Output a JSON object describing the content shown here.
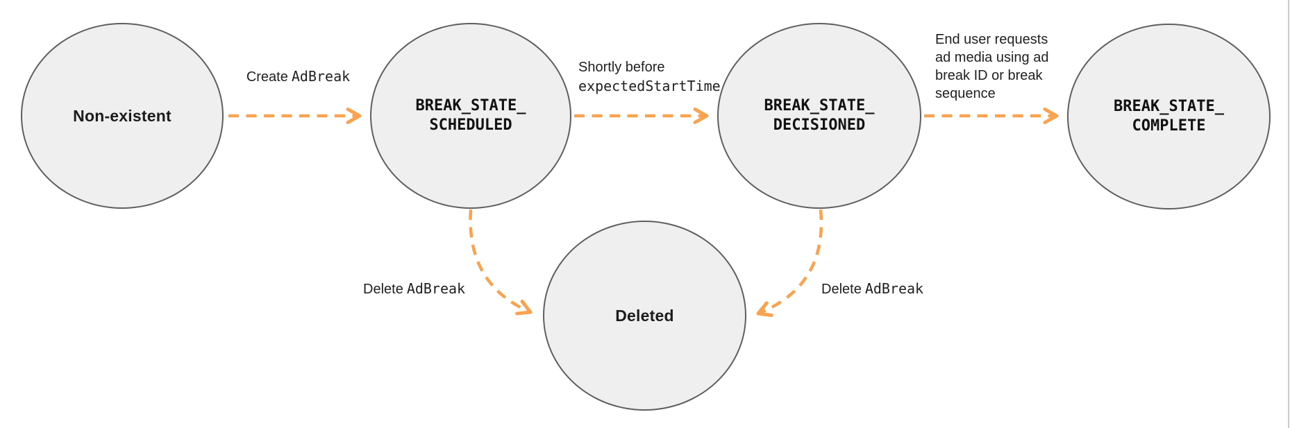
{
  "colors": {
    "arrow_orange": "#F9A350",
    "node_fill": "#EFEFEF",
    "node_border": "#5E5E5E",
    "edge_line_gray": "#CBCBCB"
  },
  "nodes": {
    "nonexistent": {
      "label": "Non-existent"
    },
    "scheduled": {
      "line1": "BREAK_STATE_",
      "line2": "SCHEDULED"
    },
    "decisioned": {
      "line1": "BREAK_STATE_",
      "line2": "DECISIONED"
    },
    "complete": {
      "line1": "BREAK_STATE_",
      "line2": "COMPLETE"
    },
    "deleted": {
      "label": "Deleted"
    }
  },
  "edges": {
    "create": {
      "plain": "Create",
      "code": "AdBreak"
    },
    "decision": {
      "plain": "Shortly before",
      "code": "expectedStartTime"
    },
    "complete": {
      "lines": [
        "End user requests",
        "ad media using ad",
        "break ID or break",
        "sequence"
      ]
    },
    "delete_from_scheduled": {
      "plain": "Delete",
      "code": "AdBreak"
    },
    "delete_from_decisioned": {
      "plain": "Delete",
      "code": "AdBreak"
    }
  }
}
